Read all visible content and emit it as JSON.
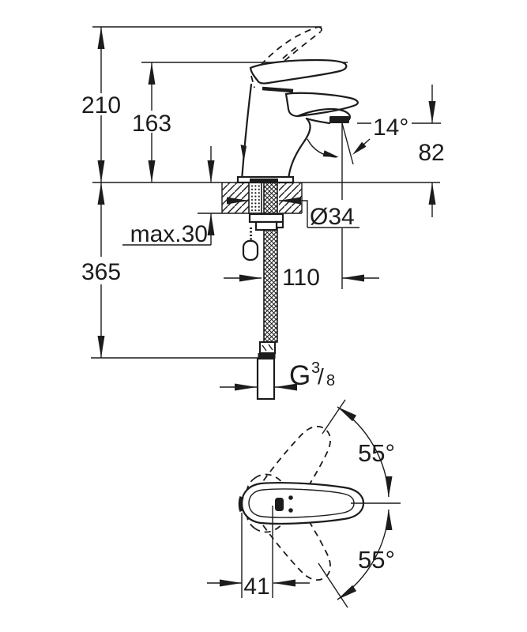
{
  "view_main": {
    "dim_overall_height": "210",
    "dim_handle_height": "163",
    "dim_spout_angle": "14°",
    "dim_spout_height": "82",
    "dim_hole_diameter": "Ø34",
    "dim_max_mounting": "max.30",
    "dim_hose_drop": "365",
    "dim_spout_reach": "110",
    "thread": {
      "g": "G",
      "numerator": "3",
      "slash": "/",
      "denominator": "8"
    }
  },
  "view_plan": {
    "dim_swivel_upper": "55°",
    "dim_swivel_lower": "55°",
    "dim_handle_back_offset": "41"
  },
  "colors": {
    "ink": "#1c1c1c",
    "paper": "#ffffff"
  }
}
